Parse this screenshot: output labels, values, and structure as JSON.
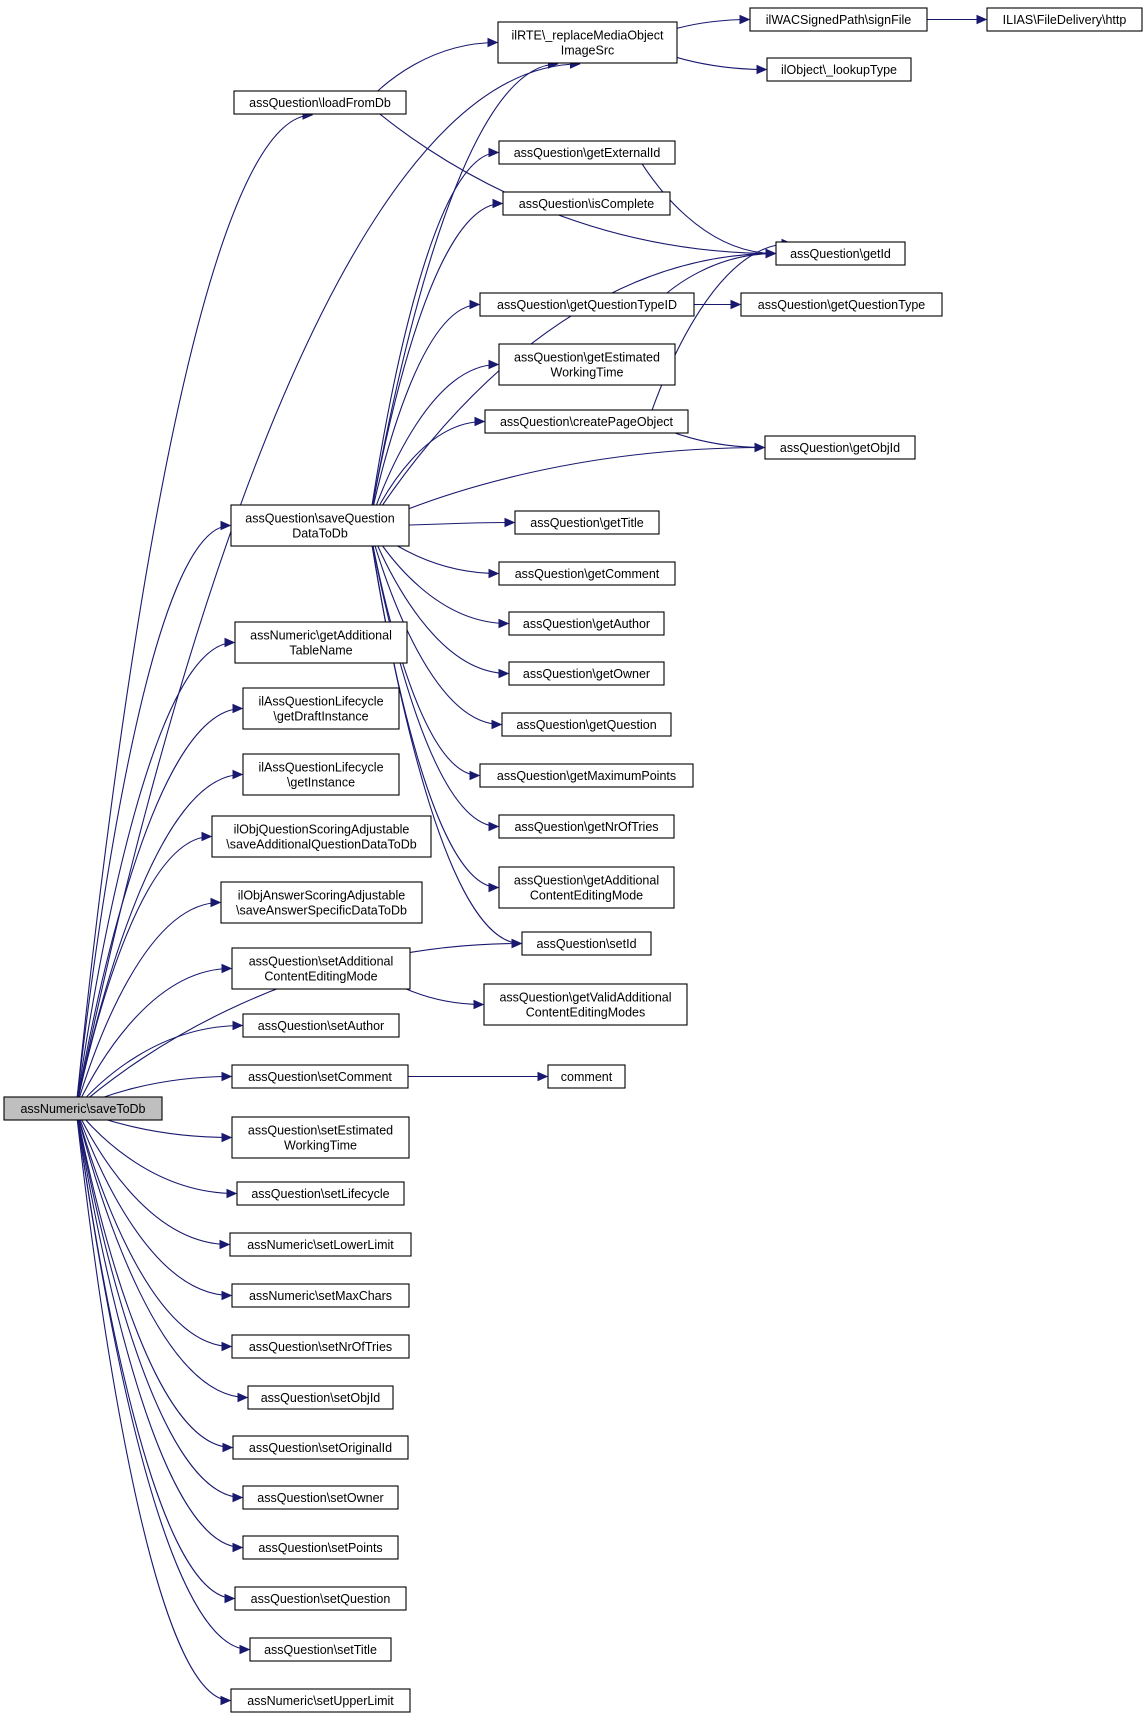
{
  "graph": {
    "edge_color": "#191970",
    "root_fill": "#bfbfbf",
    "nodes": [
      {
        "id": "root",
        "lines": [
          "assNumeric\\saveToDb"
        ],
        "root": true
      },
      {
        "id": "replaceMedia",
        "lines": [
          "ilRTE\\_replaceMediaObject",
          "ImageSrc"
        ]
      },
      {
        "id": "signFile",
        "lines": [
          "ilWACSignedPath\\signFile"
        ]
      },
      {
        "id": "http",
        "lines": [
          "ILIAS\\FileDelivery\\http"
        ]
      },
      {
        "id": "lookupType",
        "lines": [
          "ilObject\\_lookupType"
        ]
      },
      {
        "id": "loadFromDb",
        "lines": [
          "assQuestion\\loadFromDb"
        ]
      },
      {
        "id": "getExternalId",
        "lines": [
          "assQuestion\\getExternalId"
        ]
      },
      {
        "id": "isComplete",
        "lines": [
          "assQuestion\\isComplete"
        ]
      },
      {
        "id": "getId",
        "lines": [
          "assQuestion\\getId"
        ]
      },
      {
        "id": "getQuestionTypeID",
        "lines": [
          "assQuestion\\getQuestionTypeID"
        ]
      },
      {
        "id": "getQuestionType",
        "lines": [
          "assQuestion\\getQuestionType"
        ]
      },
      {
        "id": "getEstimatedWorkingTime",
        "lines": [
          "assQuestion\\getEstimated",
          "WorkingTime"
        ]
      },
      {
        "id": "createPageObject",
        "lines": [
          "assQuestion\\createPageObject"
        ]
      },
      {
        "id": "getObjId",
        "lines": [
          "assQuestion\\getObjId"
        ]
      },
      {
        "id": "saveQuestionDataToDb",
        "lines": [
          "assQuestion\\saveQuestion",
          "DataToDb"
        ]
      },
      {
        "id": "getTitle",
        "lines": [
          "assQuestion\\getTitle"
        ]
      },
      {
        "id": "getComment",
        "lines": [
          "assQuestion\\getComment"
        ]
      },
      {
        "id": "getAuthor",
        "lines": [
          "assQuestion\\getAuthor"
        ]
      },
      {
        "id": "getOwner",
        "lines": [
          "assQuestion\\getOwner"
        ]
      },
      {
        "id": "getQuestion",
        "lines": [
          "assQuestion\\getQuestion"
        ]
      },
      {
        "id": "getMaximumPoints",
        "lines": [
          "assQuestion\\getMaximumPoints"
        ]
      },
      {
        "id": "getNrOfTries",
        "lines": [
          "assQuestion\\getNrOfTries"
        ]
      },
      {
        "id": "getAdditionalContentEditingMode",
        "lines": [
          "assQuestion\\getAdditional",
          "ContentEditingMode"
        ]
      },
      {
        "id": "setId",
        "lines": [
          "assQuestion\\setId"
        ]
      },
      {
        "id": "getAdditionalTableName",
        "lines": [
          "assNumeric\\getAdditional",
          "TableName"
        ]
      },
      {
        "id": "getDraftInstance",
        "lines": [
          "ilAssQuestionLifecycle",
          "\\getDraftInstance"
        ]
      },
      {
        "id": "getInstance",
        "lines": [
          "ilAssQuestionLifecycle",
          "\\getInstance"
        ]
      },
      {
        "id": "saveAdditionalQuestionDataToDb",
        "lines": [
          "ilObjQuestionScoringAdjustable",
          "\\saveAdditionalQuestionDataToDb"
        ]
      },
      {
        "id": "saveAnswerSpecificDataToDb",
        "lines": [
          "ilObjAnswerScoringAdjustable",
          "\\saveAnswerSpecificDataToDb"
        ]
      },
      {
        "id": "setAdditionalContentEditingMode",
        "lines": [
          "assQuestion\\setAdditional",
          "ContentEditingMode"
        ]
      },
      {
        "id": "getValidAdditionalContentEditingModes",
        "lines": [
          "assQuestion\\getValidAdditional",
          "ContentEditingModes"
        ]
      },
      {
        "id": "setAuthor",
        "lines": [
          "assQuestion\\setAuthor"
        ]
      },
      {
        "id": "setComment",
        "lines": [
          "assQuestion\\setComment"
        ]
      },
      {
        "id": "comment",
        "lines": [
          "comment"
        ]
      },
      {
        "id": "setEstimatedWorkingTime",
        "lines": [
          "assQuestion\\setEstimated",
          "WorkingTime"
        ]
      },
      {
        "id": "setLifecycle",
        "lines": [
          "assQuestion\\setLifecycle"
        ]
      },
      {
        "id": "setLowerLimit",
        "lines": [
          "assNumeric\\setLowerLimit"
        ]
      },
      {
        "id": "setMaxChars",
        "lines": [
          "assNumeric\\setMaxChars"
        ]
      },
      {
        "id": "setNrOfTries",
        "lines": [
          "assQuestion\\setNrOfTries"
        ]
      },
      {
        "id": "setObjId",
        "lines": [
          "assQuestion\\setObjId"
        ]
      },
      {
        "id": "setOriginalId",
        "lines": [
          "assQuestion\\setOriginalId"
        ]
      },
      {
        "id": "setOwner",
        "lines": [
          "assQuestion\\setOwner"
        ]
      },
      {
        "id": "setPoints",
        "lines": [
          "assQuestion\\setPoints"
        ]
      },
      {
        "id": "setQuestion",
        "lines": [
          "assQuestion\\setQuestion"
        ]
      },
      {
        "id": "setTitle",
        "lines": [
          "assQuestion\\setTitle"
        ]
      },
      {
        "id": "setUpperLimit",
        "lines": [
          "assNumeric\\setUpperLimit"
        ]
      }
    ],
    "edges": [
      [
        "root",
        "replaceMedia"
      ],
      [
        "root",
        "loadFromDb"
      ],
      [
        "root",
        "saveQuestionDataToDb"
      ],
      [
        "root",
        "setId"
      ],
      [
        "root",
        "getAdditionalTableName"
      ],
      [
        "root",
        "getDraftInstance"
      ],
      [
        "root",
        "getInstance"
      ],
      [
        "root",
        "saveAdditionalQuestionDataToDb"
      ],
      [
        "root",
        "saveAnswerSpecificDataToDb"
      ],
      [
        "root",
        "setAdditionalContentEditingMode"
      ],
      [
        "root",
        "setAuthor"
      ],
      [
        "root",
        "setComment"
      ],
      [
        "root",
        "setEstimatedWorkingTime"
      ],
      [
        "root",
        "setLifecycle"
      ],
      [
        "root",
        "setLowerLimit"
      ],
      [
        "root",
        "setMaxChars"
      ],
      [
        "root",
        "setNrOfTries"
      ],
      [
        "root",
        "setObjId"
      ],
      [
        "root",
        "setOriginalId"
      ],
      [
        "root",
        "setOwner"
      ],
      [
        "root",
        "setPoints"
      ],
      [
        "root",
        "setQuestion"
      ],
      [
        "root",
        "setTitle"
      ],
      [
        "root",
        "setUpperLimit"
      ],
      [
        "replaceMedia",
        "signFile"
      ],
      [
        "replaceMedia",
        "lookupType"
      ],
      [
        "signFile",
        "http"
      ],
      [
        "loadFromDb",
        "replaceMedia"
      ],
      [
        "loadFromDb",
        "getId"
      ],
      [
        "getExternalId",
        "getId"
      ],
      [
        "getQuestionTypeID",
        "getId"
      ],
      [
        "getQuestionTypeID",
        "getQuestionType"
      ],
      [
        "createPageObject",
        "getId"
      ],
      [
        "createPageObject",
        "getObjId"
      ],
      [
        "saveQuestionDataToDb",
        "replaceMedia"
      ],
      [
        "saveQuestionDataToDb",
        "getExternalId"
      ],
      [
        "saveQuestionDataToDb",
        "isComplete"
      ],
      [
        "saveQuestionDataToDb",
        "getId"
      ],
      [
        "saveQuestionDataToDb",
        "getQuestionTypeID"
      ],
      [
        "saveQuestionDataToDb",
        "getEstimatedWorkingTime"
      ],
      [
        "saveQuestionDataToDb",
        "createPageObject"
      ],
      [
        "saveQuestionDataToDb",
        "getObjId"
      ],
      [
        "saveQuestionDataToDb",
        "getTitle"
      ],
      [
        "saveQuestionDataToDb",
        "getComment"
      ],
      [
        "saveQuestionDataToDb",
        "getAuthor"
      ],
      [
        "saveQuestionDataToDb",
        "getOwner"
      ],
      [
        "saveQuestionDataToDb",
        "getQuestion"
      ],
      [
        "saveQuestionDataToDb",
        "getMaximumPoints"
      ],
      [
        "saveQuestionDataToDb",
        "getNrOfTries"
      ],
      [
        "saveQuestionDataToDb",
        "getAdditionalContentEditingMode"
      ],
      [
        "saveQuestionDataToDb",
        "setId"
      ],
      [
        "setAdditionalContentEditingMode",
        "getValidAdditionalContentEditingModes"
      ],
      [
        "setComment",
        "comment"
      ]
    ]
  }
}
